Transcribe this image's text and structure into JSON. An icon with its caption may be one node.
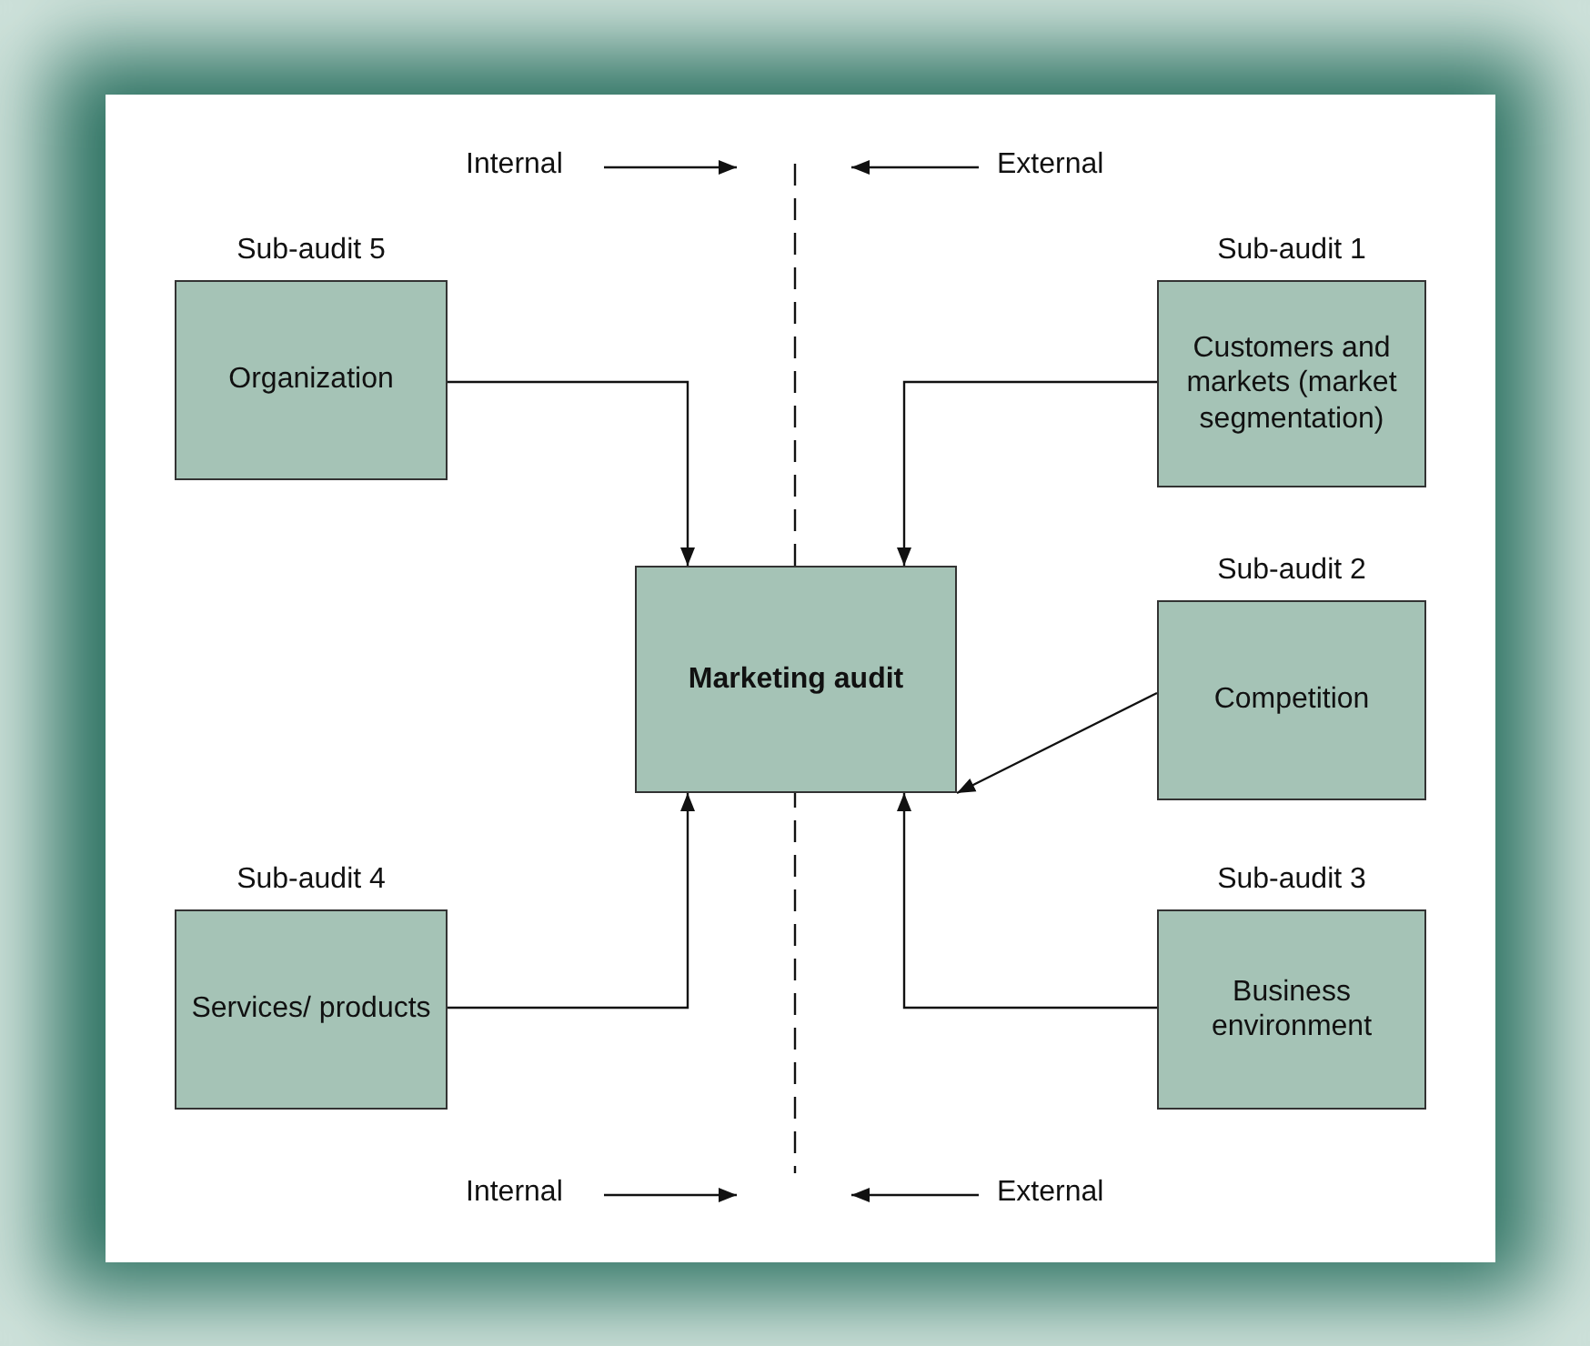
{
  "diagram": {
    "nodes": [
      {
        "text": [
          "Organization"
        ],
        "beside": [
          "Sub-audit 5"
        ]
      },
      {
        "text": [
          "Customers and markets (market segmentation)"
        ],
        "beside": [
          "Sub-audit 1"
        ]
      },
      {
        "text": [
          "Marketing audit"
        ]
      },
      {
        "text": [
          "Competition"
        ],
        "beside": [
          "Sub-audit 2"
        ]
      },
      {
        "text": [
          "Services/ products"
        ],
        "beside": [
          "Sub-audit 4"
        ]
      },
      {
        "text": [
          "Business environment"
        ],
        "beside": [
          "Sub-audit 3"
        ]
      }
    ],
    "edges": [
      {
        "from": 0,
        "to": 2,
        "arrow": "to"
      },
      {
        "from": 1,
        "to": 2,
        "arrow": "to"
      },
      {
        "from": 3,
        "to": 2,
        "arrow": "to"
      },
      {
        "from": 4,
        "to": 2,
        "arrow": "to"
      },
      {
        "from": 5,
        "to": 2,
        "arrow": "to"
      }
    ],
    "labels": [
      "Internal",
      "External",
      "Internal",
      "External"
    ]
  }
}
